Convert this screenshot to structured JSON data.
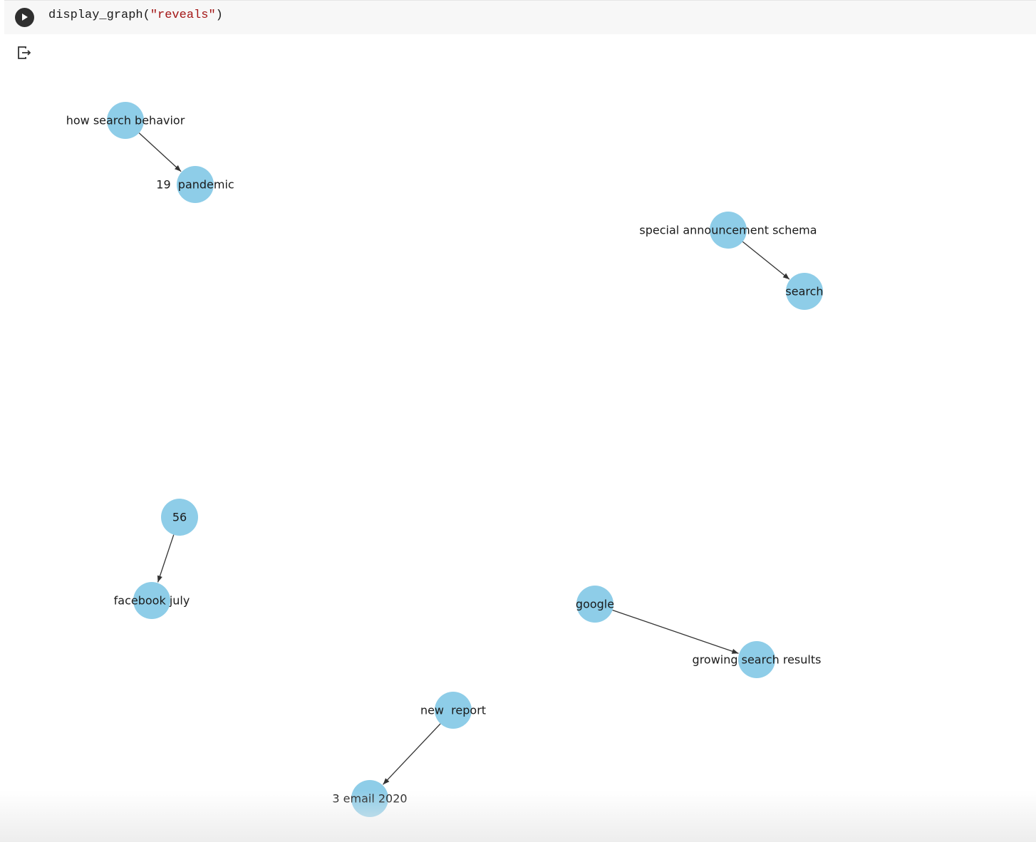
{
  "cell": {
    "code_function": "display_graph(",
    "code_argument": "\"reveals\"",
    "code_close": ")"
  },
  "output": {
    "icon": "output-redirect-icon"
  },
  "graph": {
    "node_color": "#8ecde8",
    "edge_color": "#333333",
    "nodes": [
      {
        "id": "how_search_behavior",
        "label": "how search behavior"
      },
      {
        "id": "19_pandemic",
        "label": "19  pandemic"
      },
      {
        "id": "special_announcement_schema",
        "label": "special announcement schema"
      },
      {
        "id": "search",
        "label": "search"
      },
      {
        "id": "56",
        "label": "56"
      },
      {
        "id": "facebook_july",
        "label": "facebook july"
      },
      {
        "id": "google",
        "label": "google"
      },
      {
        "id": "growing_search_results",
        "label": "growing search results"
      },
      {
        "id": "new_report",
        "label": "new  report"
      },
      {
        "id": "3_email_2020",
        "label": "3 email 2020"
      }
    ],
    "edges": [
      {
        "source": "how_search_behavior",
        "target": "19_pandemic"
      },
      {
        "source": "special_announcement_schema",
        "target": "search"
      },
      {
        "source": "56",
        "target": "facebook_july"
      },
      {
        "source": "google",
        "target": "growing_search_results"
      },
      {
        "source": "new_report",
        "target": "3_email_2020"
      }
    ]
  }
}
